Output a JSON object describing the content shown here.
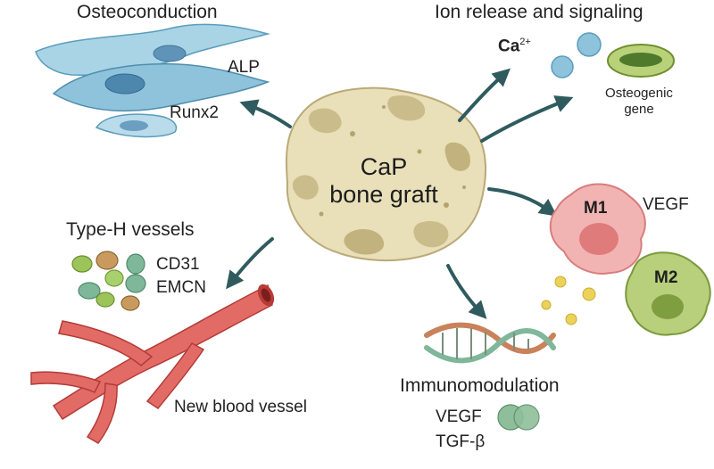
{
  "center": {
    "line1": "CaP",
    "line2": "bone graft"
  },
  "osteoconduction": {
    "title": "Osteoconduction",
    "marker1": "ALP",
    "marker2": "Runx2"
  },
  "ion_release": {
    "title": "Ion release and signaling",
    "ion": "Ca",
    "ion_charge": "2+",
    "gene_label_1": "Osteogenic",
    "gene_label_2": "gene"
  },
  "macrophages": {
    "m1": "M1",
    "m2": "M2",
    "factor": "VEGF"
  },
  "vessels": {
    "title": "Type-H vessels",
    "marker1": "CD31",
    "marker2": "EMCN",
    "caption": "New blood vessel"
  },
  "immuno": {
    "title": "Immunomodulation",
    "factor1": "VEGF",
    "factor2": "TGF-β"
  },
  "colors": {
    "arrow": "#2f5b5e",
    "cell_blue": "#8ec3db",
    "graft_fill": "#e9dfb9",
    "m1_fill": "#f0a8a8",
    "m2_fill": "#a9c46a",
    "vessel_red": "#d9534f",
    "yellow_dot": "#ecd25a"
  }
}
